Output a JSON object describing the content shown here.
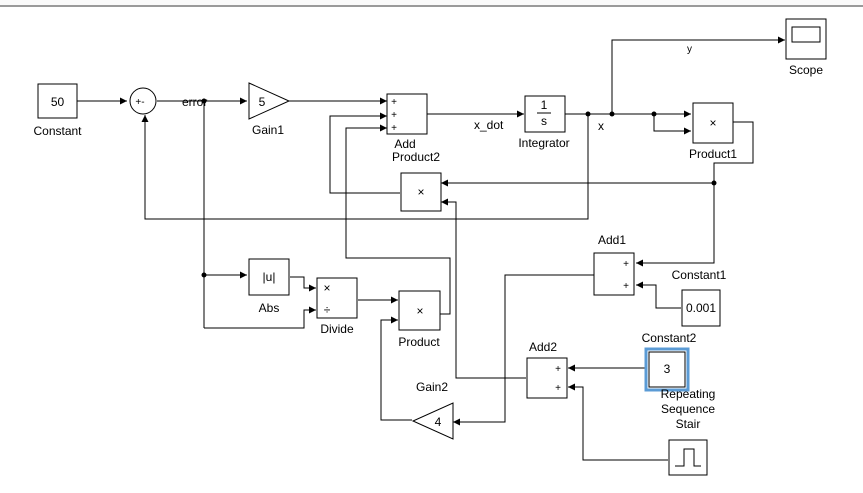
{
  "blocks": {
    "constant": {
      "value": "50",
      "label": "Constant"
    },
    "sum": {
      "signs": "+-"
    },
    "gain1": {
      "value": "5",
      "label": "Gain1"
    },
    "add": {
      "signs": [
        "+",
        "+",
        "+"
      ],
      "label": "Add"
    },
    "integrator": {
      "num": "1",
      "den": "s",
      "label": "Integrator"
    },
    "scope": {
      "label": "Scope"
    },
    "product1": {
      "op": "×",
      "label": "Product1"
    },
    "product2": {
      "op": "×",
      "label": "Product2"
    },
    "abs": {
      "value": "|u|",
      "label": "Abs"
    },
    "divide": {
      "mul": "×",
      "div": "÷",
      "label": "Divide"
    },
    "product": {
      "op": "×",
      "label": "Product"
    },
    "add1": {
      "signs": [
        "+",
        "+"
      ],
      "label": "Add1"
    },
    "constant1": {
      "value": "0.001",
      "label": "Constant1"
    },
    "add2": {
      "signs": [
        "+",
        "+"
      ],
      "label": "Add2"
    },
    "constant2": {
      "value": "3",
      "label": "Constant2"
    },
    "gain2": {
      "value": "4",
      "label": "Gain2"
    },
    "stair": {
      "label_lines": [
        "Repeating",
        "Sequence",
        "Stair"
      ]
    }
  },
  "signals": {
    "error": "error",
    "x_dot": "x_dot",
    "x": "x",
    "y": "y"
  },
  "colors": {
    "selection": "#5b9bd5",
    "frame": "#9a9a9a"
  }
}
